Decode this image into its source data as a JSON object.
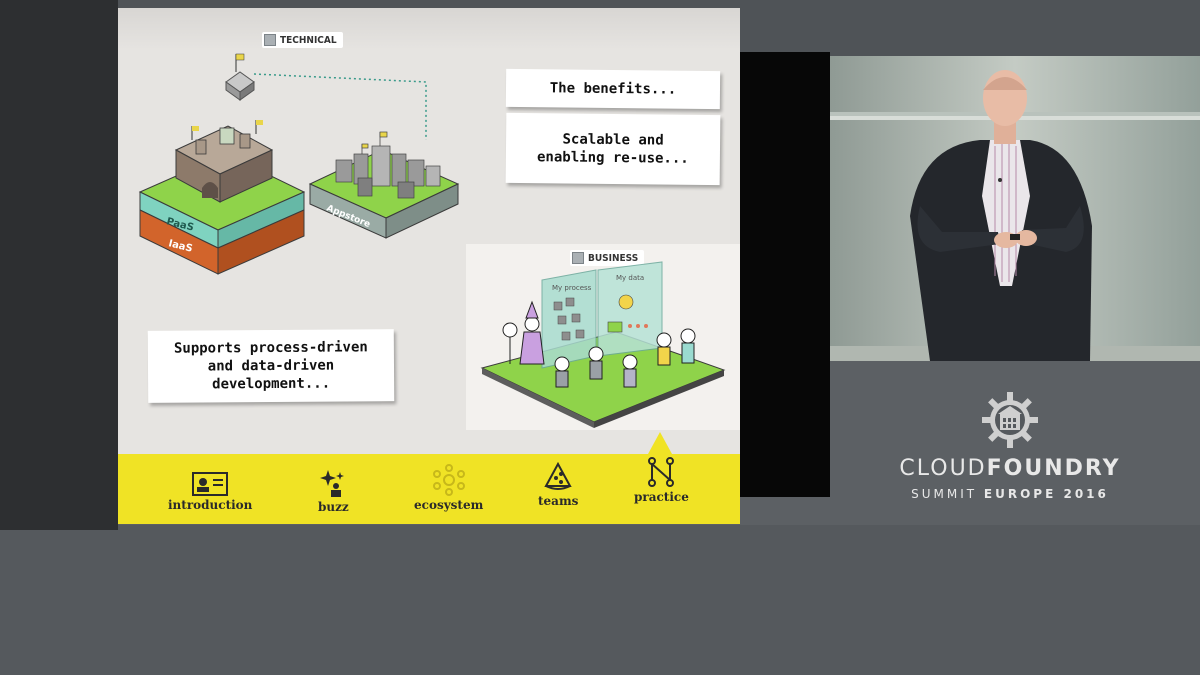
{
  "slide": {
    "technical_label": "TECHNICAL",
    "business_label": "BUSINESS",
    "paas_label": "PaaS",
    "iaas_label": "IaaS",
    "appstore_label": "Appstore",
    "my_process_label": "My process",
    "my_data_label": "My data",
    "note_benefits": "The benefits...",
    "note_scalable": "Scalable and\nenabling re-use...",
    "note_supports": "Supports process-driven\nand data-driven\ndevelopment...",
    "nav": [
      {
        "label": "introduction",
        "icon": "id-card-icon"
      },
      {
        "label": "buzz",
        "icon": "sparkle-person-icon"
      },
      {
        "label": "ecosystem",
        "icon": "network-icon"
      },
      {
        "label": "teams",
        "icon": "pizza-icon"
      },
      {
        "label": "practice",
        "icon": "flow-icon"
      }
    ],
    "active_nav": "practice"
  },
  "event": {
    "brand_regular": "CLOUD",
    "brand_bold": "FOUNDRY",
    "sub_regular": "SUMMIT",
    "sub_bold": "EUROPE 2016",
    "logo_icon": "gear-building-icon"
  },
  "colors": {
    "accent_yellow": "#f0e325",
    "paas_teal": "#7fd3c0",
    "iaas_orange": "#d2642b",
    "grass_green": "#8fd34a"
  }
}
